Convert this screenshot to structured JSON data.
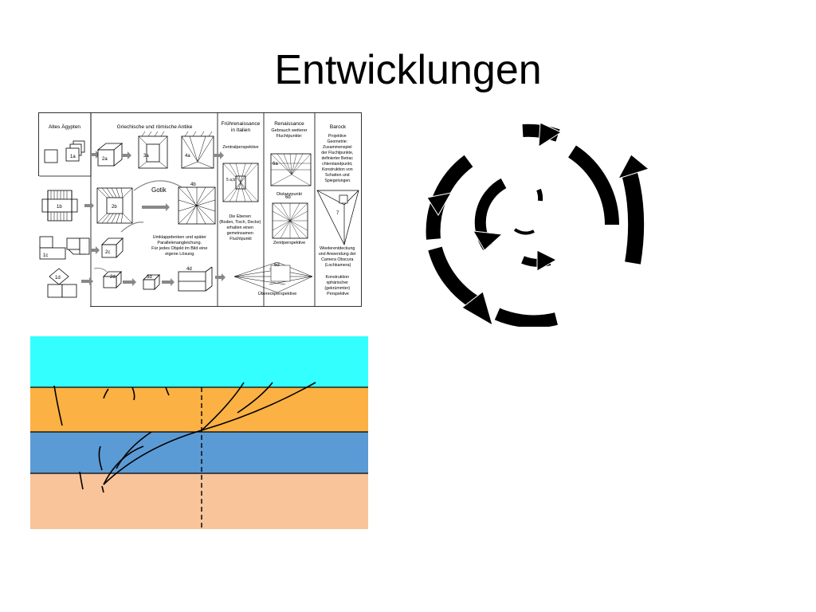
{
  "slide": {
    "title": "Entwicklungen"
  },
  "perspective_table": {
    "columns": [
      "Altes Ägypten",
      "Griechische und römische Antike",
      "Frührenaissance in Italien",
      "Renaissance",
      "Barock"
    ],
    "renaissance_note": "Gebrauch weiterer Fluchtpunkte:",
    "gotik": "Gotik",
    "zentral": "Zentralperspektive",
    "barock_note": [
      "Projektive",
      "Geometrie:",
      "Zusammenspiel",
      "der Fluchtpunkte,",
      "definierter Betrac",
      "chterstandpunkt,",
      "Konstruktion von",
      "Schatten und",
      "Spiegelungen."
    ],
    "ebenen": [
      "Die Ebenen",
      "(Boden, Tisch, Decke)",
      "erhalten einen",
      "gemeinsamen",
      "Fluchtpunkt"
    ],
    "distanz": "Distanzpunkt",
    "zenit": "Zenitperspektive",
    "umklapp": [
      "Umklappdenken und später",
      "Parallelenangleichung.",
      "Für jedes Objekt im Bild eine",
      "eigene Lösung."
    ],
    "camera": [
      "Wiederentdeckung",
      "und Anwendung der",
      "Camera Obscura",
      "(Lochkamera)"
    ],
    "spharisch": [
      "Konstruktion",
      "sphärischer",
      "(gekrümmter)",
      "Perspektive"
    ],
    "ueber": "Übereckperspektive",
    "labels": {
      "l1a": "1a",
      "l1b": "1b",
      "l1c": "1c",
      "l1d": "1d",
      "l2a": "2a",
      "l2b": "2b",
      "l2c": "2c",
      "l2d": "2d",
      "l3a": "3a",
      "l3d": "3d",
      "l4a": "4a",
      "l4b": "4b",
      "l4d": "4d",
      "l5": "5 a,b",
      "l6a": "6a",
      "l6b": "6b",
      "l6d": "6d",
      "l7": "7"
    }
  },
  "colors": {
    "sky": "#33ffff",
    "layer_orange": "#fbb143",
    "layer_blue": "#5b9bd5",
    "layer_salmon": "#f9c49a",
    "arrow_black": "#000000"
  }
}
